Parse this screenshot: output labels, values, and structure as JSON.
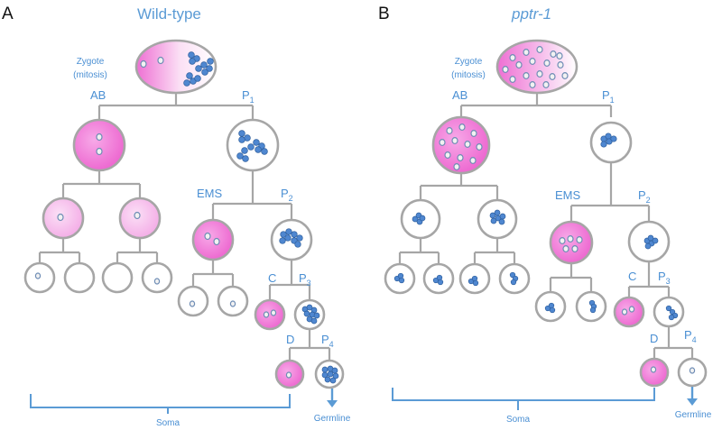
{
  "panels": {
    "a": {
      "letter": "A",
      "title": "Wild-type"
    },
    "b": {
      "letter": "B",
      "title": "pptr-1"
    }
  },
  "labels": {
    "zygote": "Zygote",
    "zygote_sub": "(mitosis)",
    "ab": "AB",
    "p_main": "P",
    "p1_sub": "1",
    "p2_sub": "2",
    "p3_sub": "3",
    "p4_sub": "4",
    "ems": "EMS",
    "c": "C",
    "d": "D",
    "soma": "Soma",
    "germline": "Germline"
  },
  "colors": {
    "line": "#a6a6a6",
    "label": "#4a8fd3",
    "granule": "#4f87d0",
    "pink_strong": "#ef6fd2",
    "pink_light": "#f6b3ea"
  }
}
